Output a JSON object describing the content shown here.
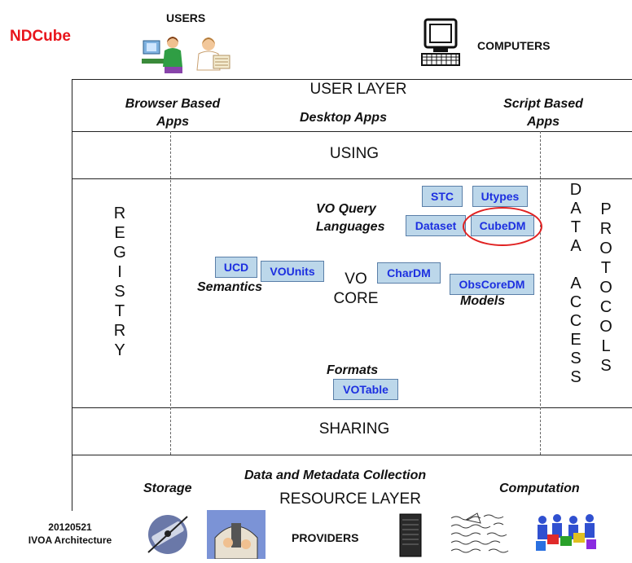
{
  "header": {
    "brand": "NDCube",
    "users_label": "USERS",
    "computers_label": "COMPUTERS"
  },
  "user_layer": {
    "title": "USER LAYER",
    "browser_apps": "Browser Based\nApps",
    "desktop_apps": "Desktop Apps",
    "script_apps": "Script Based\nApps"
  },
  "middle": {
    "using": "USING",
    "sharing": "SHARING",
    "registry_letters": [
      "R",
      "E",
      "G",
      "I",
      "S",
      "T",
      "R",
      "Y"
    ],
    "data_access_col1": [
      "D",
      "A",
      "T",
      "A",
      "",
      "A",
      "C",
      "C",
      "E",
      "S",
      "S"
    ],
    "data_access_col2": [
      "P",
      "R",
      "O",
      "T",
      "O",
      "C",
      "O",
      "L",
      "S"
    ],
    "vo_core": "VO\nCORE",
    "query_languages": "VO Query\nLanguages",
    "semantics": "Semantics",
    "models": "Models",
    "formats": "Formats",
    "tags": {
      "stc": "STC",
      "utypes": "Utypes",
      "dataset": "Dataset",
      "cubedm": "CubeDM",
      "ucd": "UCD",
      "vounits": "VOUnits",
      "chardm": "CharDM",
      "obscoredm": "ObsCoreDM",
      "votable": "VOTable"
    },
    "highlight_color": "#e02020"
  },
  "resource_layer": {
    "title": "RESOURCE LAYER",
    "storage": "Storage",
    "collection": "Data and Metadata Collection",
    "computation": "Computation"
  },
  "footer": {
    "date": "20120521",
    "caption": "IVOA Architecture",
    "providers": "PROVIDERS"
  },
  "colors": {
    "brand": "#e8141b",
    "tag_fill": "#bcd7ea",
    "tag_text": "#1c2fe0"
  }
}
